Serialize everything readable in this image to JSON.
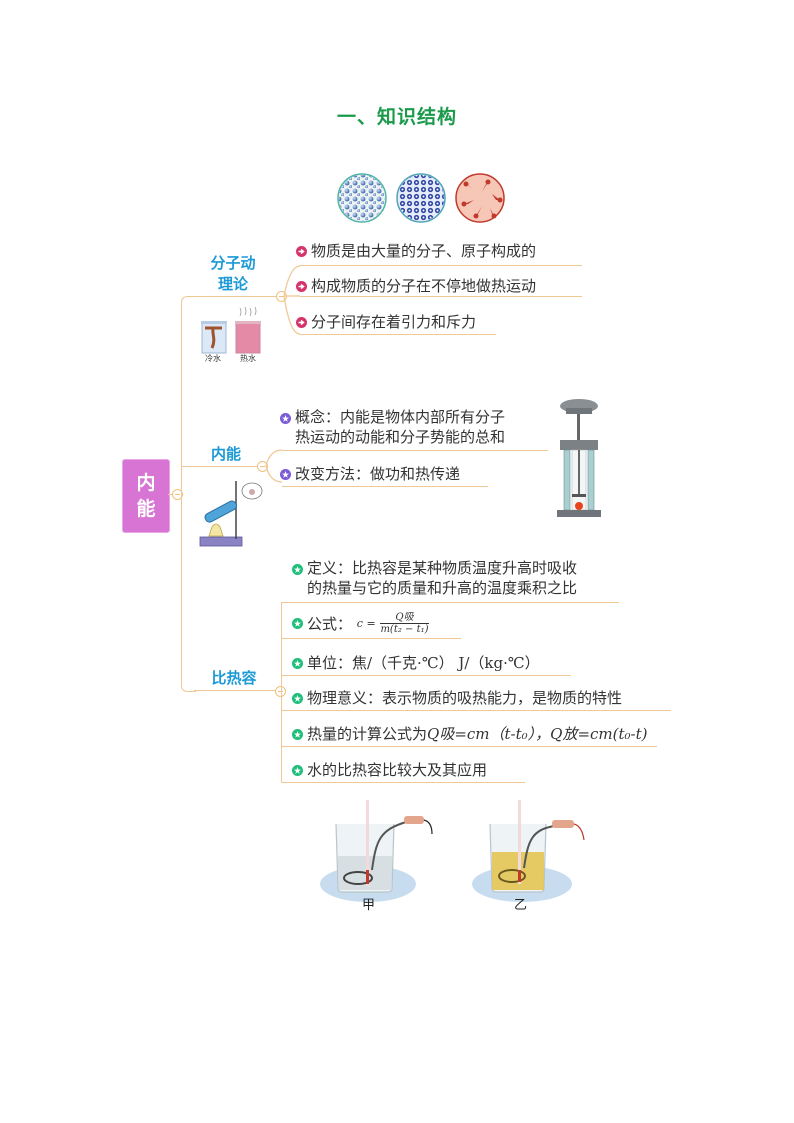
{
  "page": {
    "title": "一、知识结构"
  },
  "root": {
    "label_line1": "内",
    "label_line2": "能"
  },
  "branches": [
    {
      "label_line1": "分子动",
      "label_line2": "理论",
      "bullet": "red-arrow-icon",
      "items": [
        "物质是由大量的分子、原子构成的",
        "构成物质的分子在不停地做热运动",
        "分子间存在着引力和斥力"
      ],
      "image": {
        "caption_left": "冷水",
        "caption_right": "热水"
      }
    },
    {
      "label": "内能",
      "bullet": "purple-star-icon",
      "items": [
        {
          "line1": "概念：内能是物体内部所有分子",
          "line2": "热运动的动能和分子势能的总和"
        },
        "改变方法：做功和热传递"
      ]
    },
    {
      "label": "比热容",
      "bullet": "green-star-icon",
      "items": {
        "definition_line1": "定义：比热容是某种物质温度升高时吸收",
        "definition_line2": "的热量与它的质量和升高的温度乘积之比",
        "formula_label": "公式：",
        "formula_lhs": "c =",
        "formula_num": "Q吸",
        "formula_den": "m(t₂ − t₁)",
        "unit": "单位：焦/（千克·℃） J/（kg·℃）",
        "meaning": "物理意义：表示物质的吸热能力，是物质的特性",
        "calc_prefix": "热量的计算公式为",
        "calc_formula": "Q吸=cm（t-t₀），Q放=cm(t₀-t)",
        "water": "水的比热容比较大及其应用"
      }
    }
  ],
  "bottom_images": {
    "left_caption": "甲",
    "right_caption": "乙"
  },
  "colors": {
    "title": "#1a9a4a",
    "root_bg": "#d774d4",
    "branch_label": "#1c9ad6",
    "connector": "#f0c896",
    "bullet_red": "#d6336c",
    "bullet_purple": "#7b5bd6",
    "bullet_green": "#1fbf7a"
  }
}
